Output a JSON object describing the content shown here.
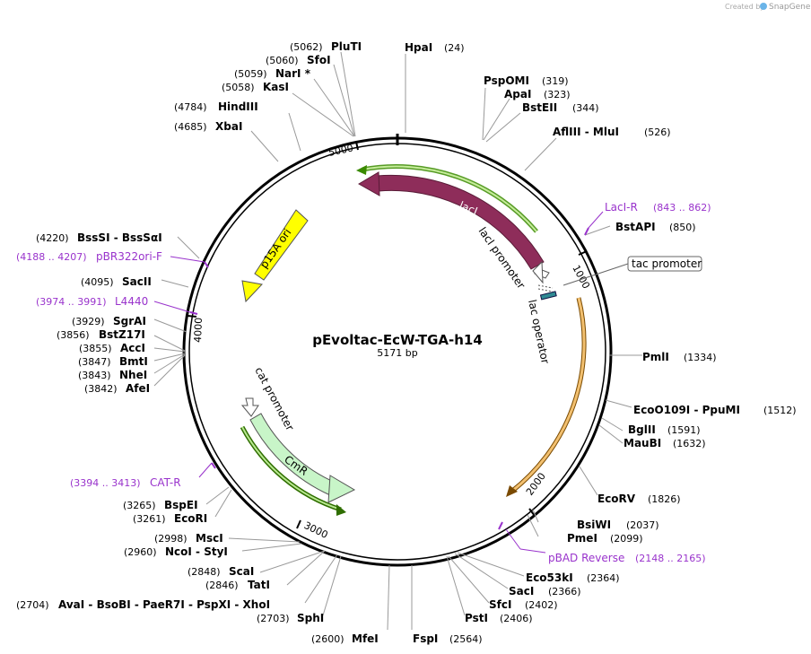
{
  "title": "pEvoltac-EcW-TGA-h14",
  "size_label": "5171 bp",
  "credit_prefix": "Created by",
  "credit_brand": "SnapGene",
  "ticks": [
    "1000",
    "2000",
    "3000",
    "4000",
    "5000"
  ],
  "enzymes": [
    {
      "name": "HpaI",
      "pos": "(24)"
    },
    {
      "name": "PspOMI",
      "pos": "(319)"
    },
    {
      "name": "ApaI",
      "pos": "(323)"
    },
    {
      "name": "BstEII",
      "pos": "(344)"
    },
    {
      "name": "AflIII - MluI",
      "pos": "(526)"
    },
    {
      "name": "BstAPI",
      "pos": "(850)"
    },
    {
      "name": "PmlI",
      "pos": "(1334)"
    },
    {
      "name": "EcoO109I - PpuMI",
      "pos": "(1512)"
    },
    {
      "name": "BglII",
      "pos": "(1591)"
    },
    {
      "name": "MauBI",
      "pos": "(1632)"
    },
    {
      "name": "EcoRV",
      "pos": "(1826)"
    },
    {
      "name": "BsiWI",
      "pos": "(2037)"
    },
    {
      "name": "PmeI",
      "pos": "(2099)"
    },
    {
      "name": "Eco53kI",
      "pos": "(2364)"
    },
    {
      "name": "SacI",
      "pos": "(2366)"
    },
    {
      "name": "SfcI",
      "pos": "(2402)"
    },
    {
      "name": "PstI",
      "pos": "(2406)"
    },
    {
      "name": "FspI",
      "pos": "(2564)"
    },
    {
      "name": "MfeI",
      "pos": "(2600)"
    },
    {
      "name": "SphI",
      "pos": "(2703)"
    },
    {
      "name": "AvaI - BsoBI - PaeR7I - PspXI - XhoI",
      "pos": "(2704)"
    },
    {
      "name": "TatI",
      "pos": "(2846)"
    },
    {
      "name": "ScaI",
      "pos": "(2848)"
    },
    {
      "name": "NcoI - StyI",
      "pos": "(2960)"
    },
    {
      "name": "MscI",
      "pos": "(2998)"
    },
    {
      "name": "EcoRI",
      "pos": "(3261)"
    },
    {
      "name": "BspEI",
      "pos": "(3265)"
    },
    {
      "name": "AfeI",
      "pos": "(3842)"
    },
    {
      "name": "NheI",
      "pos": "(3843)"
    },
    {
      "name": "BmtI",
      "pos": "(3847)"
    },
    {
      "name": "AccI",
      "pos": "(3855)"
    },
    {
      "name": "BstZ17I",
      "pos": "(3856)"
    },
    {
      "name": "SgrAI",
      "pos": "(3929)"
    },
    {
      "name": "SacII",
      "pos": "(4095)"
    },
    {
      "name": "BssSI - BssSαI",
      "pos": "(4220)"
    },
    {
      "name": "XbaI",
      "pos": "(4685)"
    },
    {
      "name": "HindIII",
      "pos": "(4784)"
    },
    {
      "name": "KasI",
      "pos": "(5058)"
    },
    {
      "name": "NarI *",
      "pos": "(5059)"
    },
    {
      "name": "SfoI",
      "pos": "(5060)"
    },
    {
      "name": "PluTI",
      "pos": "(5062)"
    }
  ],
  "primers": [
    {
      "name": "LacI-R",
      "pos": "(843 .. 862)"
    },
    {
      "name": "pBAD Reverse",
      "pos": "(2148 .. 2165)"
    },
    {
      "name": "CAT-R",
      "pos": "(3394 .. 3413)"
    },
    {
      "name": "L4440",
      "pos": "(3974 .. 3991)"
    },
    {
      "name": "pBR322ori-F",
      "pos": "(4188 .. 4207)"
    }
  ],
  "features": {
    "lacI": "lacI",
    "lacI_promoter": "lacI promoter",
    "tac_promoter": "tac promoter",
    "lac_operator": "lac operator",
    "p15A_ori": "p15A ori",
    "CmR": "CmR",
    "cat_promoter": "cat promoter"
  },
  "colors": {
    "lacI": "#8e2d5a",
    "p15A_ori": "#ffff00",
    "CmR": "#c8f5c8",
    "primer": "#9933cc",
    "green_arc": "#3a8a00",
    "orange_arc": "#e8a020"
  }
}
